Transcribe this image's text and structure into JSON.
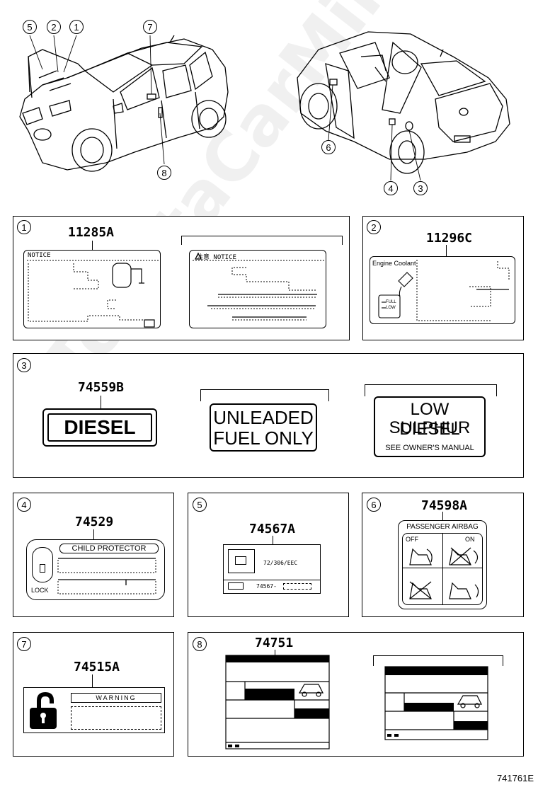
{
  "callouts": [
    "1",
    "2",
    "3",
    "4",
    "5",
    "6",
    "7",
    "8"
  ],
  "panels": {
    "p1": {
      "num": "1",
      "part": "11285A",
      "notice_a": "NOTICE",
      "notice_b": "注意 NOTICE"
    },
    "p2": {
      "num": "2",
      "part": "11296C",
      "coolant_title": "Engine Coolant",
      "full": "FULL",
      "low": "LOW"
    },
    "p3": {
      "num": "3",
      "part": "74559B",
      "diesel": "DIESEL",
      "unleaded_1": "UNLEADED",
      "unleaded_2": "FUEL ONLY",
      "lowsul_1": "LOW SULPHUR",
      "lowsul_2": "DIESEL",
      "lowsul_3": "SEE OWNER'S MANUAL"
    },
    "p4": {
      "num": "4",
      "part": "74529",
      "title": "CHILD PROTECTOR",
      "lock": "LOCK"
    },
    "p5": {
      "num": "5",
      "part": "74567A",
      "code_a": "72/306/EEC",
      "code_b": "74567-"
    },
    "p6": {
      "num": "6",
      "part": "74598A",
      "title": "PASSENGER AIRBAG",
      "off": "OFF",
      "on": "ON"
    },
    "p7": {
      "num": "7",
      "part": "74515A",
      "warning": "WARNING"
    },
    "p8": {
      "num": "8",
      "part": "74751"
    }
  },
  "diagram_code": "741761E",
  "watermark": "ToyotaCarMine.ru"
}
